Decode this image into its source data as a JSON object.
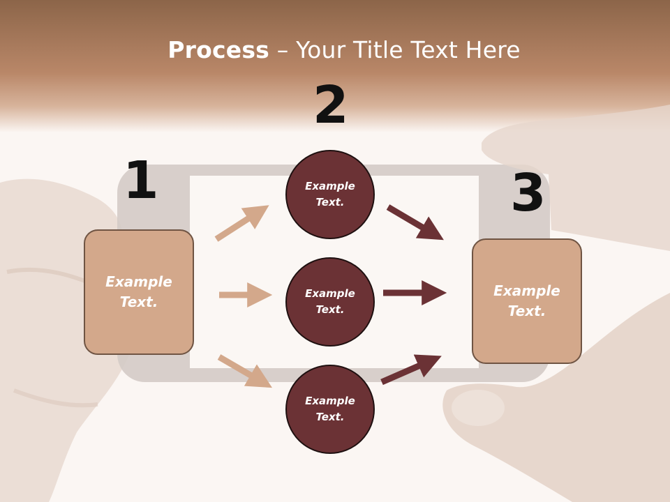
{
  "title": {
    "bold": "Process",
    "rest": " – Your Title Text Here"
  },
  "steps": {
    "one": "1",
    "two": "2",
    "three": "3"
  },
  "boxes": {
    "left": [
      "Example",
      "Text."
    ],
    "right": [
      "Example",
      "Text."
    ]
  },
  "circles": {
    "top": [
      "Example",
      "Text."
    ],
    "middle": [
      "Example",
      "Text."
    ],
    "bottom": [
      "Example",
      "Text."
    ]
  },
  "colors": {
    "header": "#b88466",
    "light_box": "#d3a88b",
    "dark_circle": "#6b3235",
    "light_arrow": "#d3a88b",
    "dark_arrow": "#6b3235"
  }
}
